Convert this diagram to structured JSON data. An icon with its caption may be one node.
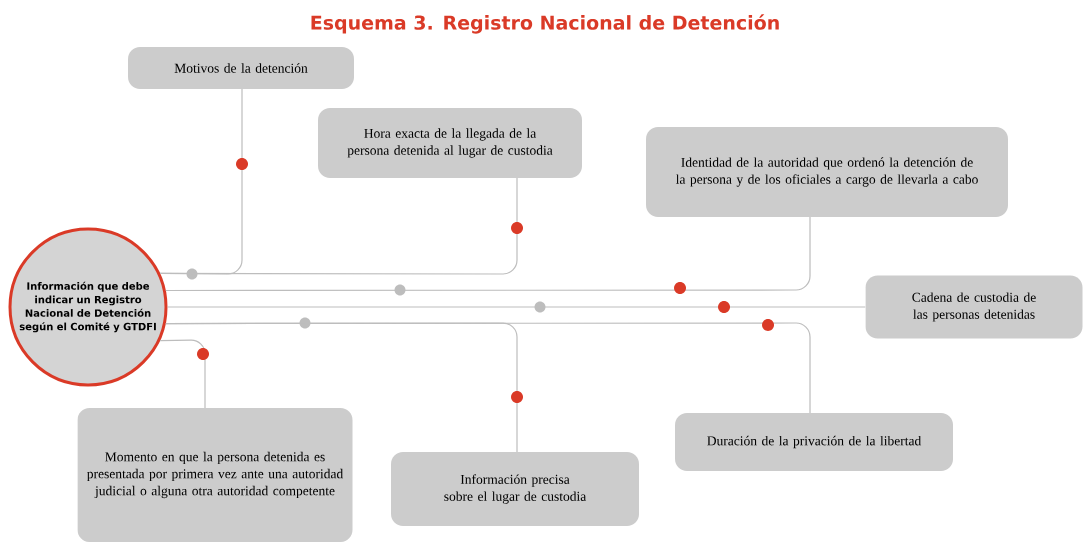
{
  "diagram": {
    "title": "Esquema 3. Registro Nacional de Detención",
    "nodes": [
      {
        "text": [
          "Información que debe indicar un Registro Nacional de Detención según el Comité y GTDFI"
        ]
      },
      {
        "text": [
          "Motivos de la detención"
        ]
      },
      {
        "text": [
          "Hora exacta de la llegada de la persona detenida al lugar de custodia"
        ]
      },
      {
        "text": [
          "Identidad de la autoridad que ordenó la detención de la persona y de los oficiales a cargo de llevarla a cabo"
        ]
      },
      {
        "text": [
          "Cadena de custodia de las personas detenidas"
        ]
      },
      {
        "text": [
          "Duración de la privación de la libertad"
        ]
      },
      {
        "text": [
          "Información precisa sobre el lugar de custodia"
        ]
      },
      {
        "text": [
          "Momento en que la persona detenida es presentada por primera vez ante una autoridad judicial o alguna otra autoridad competente"
        ]
      }
    ],
    "edges": [
      {
        "from": 0,
        "to": 1,
        "arrow": "none"
      },
      {
        "from": 0,
        "to": 2,
        "arrow": "none"
      },
      {
        "from": 0,
        "to": 3,
        "arrow": "none"
      },
      {
        "from": 0,
        "to": 4,
        "arrow": "none"
      },
      {
        "from": 0,
        "to": 5,
        "arrow": "none"
      },
      {
        "from": 0,
        "to": 6,
        "arrow": "none"
      },
      {
        "from": 0,
        "to": 7,
        "arrow": "none"
      }
    ]
  }
}
